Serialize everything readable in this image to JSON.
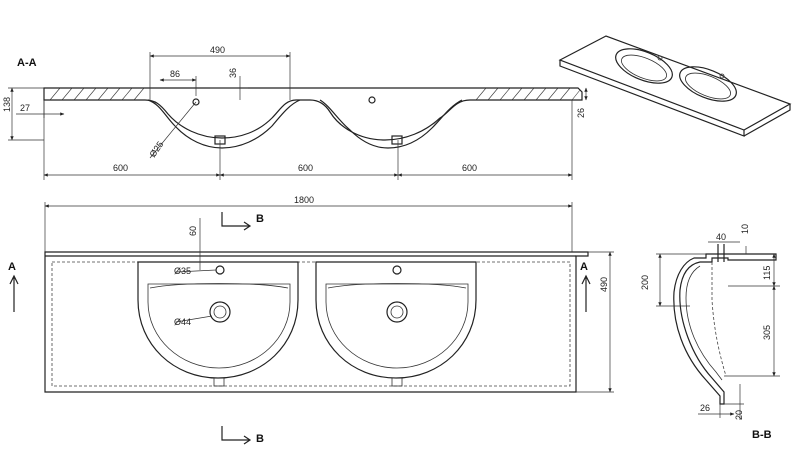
{
  "section_labels": {
    "aa_title": "A-A",
    "bb_title": "B-B",
    "view_marker_a": "A",
    "view_marker_b": "B"
  },
  "dimensions_aa": {
    "bowl_depth_span": "490",
    "tap_offset": "86",
    "tap_rise": "36",
    "edge_height": "138",
    "rim_thickness": "27",
    "overall_height": "26",
    "drain_diameter": "Ø25",
    "pitch_left": "600",
    "pitch_mid": "600",
    "pitch_right": "600"
  },
  "dimensions_plan": {
    "overall_length": "1800",
    "tap_from_back": "60",
    "tap_hole_diameter": "Ø35",
    "drain_hole_diameter": "Ø44",
    "overall_depth": "490"
  },
  "dimensions_bb": {
    "tap_width": "40",
    "top_thickness": "10",
    "rim_height": "200",
    "upper_offset": "115",
    "bowl_height": "305",
    "lip_width": "26",
    "base_thickness": "20"
  }
}
